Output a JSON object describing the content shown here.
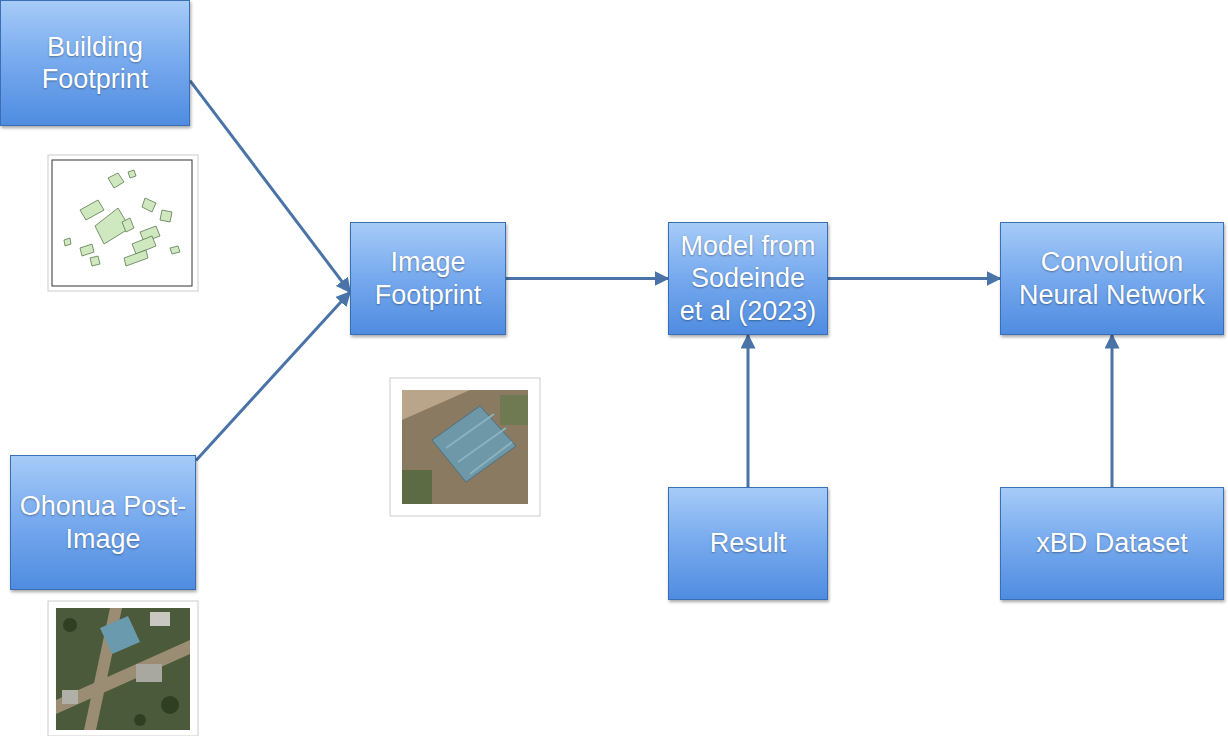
{
  "diagram": {
    "nodes": [
      {
        "text": [
          "Building Footprint"
        ]
      },
      {
        "text": [
          "Ohonua Post-Image"
        ]
      },
      {
        "text": [
          "Image Footprint"
        ]
      },
      {
        "text": [
          "Model from Sodeinde et al (2023)"
        ]
      },
      {
        "text": [
          "Convolution Neural Network"
        ]
      },
      {
        "text": [
          "Result"
        ]
      },
      {
        "text": [
          "xBD Dataset"
        ]
      }
    ],
    "edges": [
      {
        "from": 0,
        "to": 2,
        "arrow": "to"
      },
      {
        "from": 1,
        "to": 2,
        "arrow": "to"
      },
      {
        "from": 2,
        "to": 3,
        "arrow": "to"
      },
      {
        "from": 3,
        "to": 4,
        "arrow": "to"
      },
      {
        "from": 5,
        "to": 3,
        "arrow": "to"
      },
      {
        "from": 6,
        "to": 4,
        "arrow": "to"
      }
    ]
  }
}
